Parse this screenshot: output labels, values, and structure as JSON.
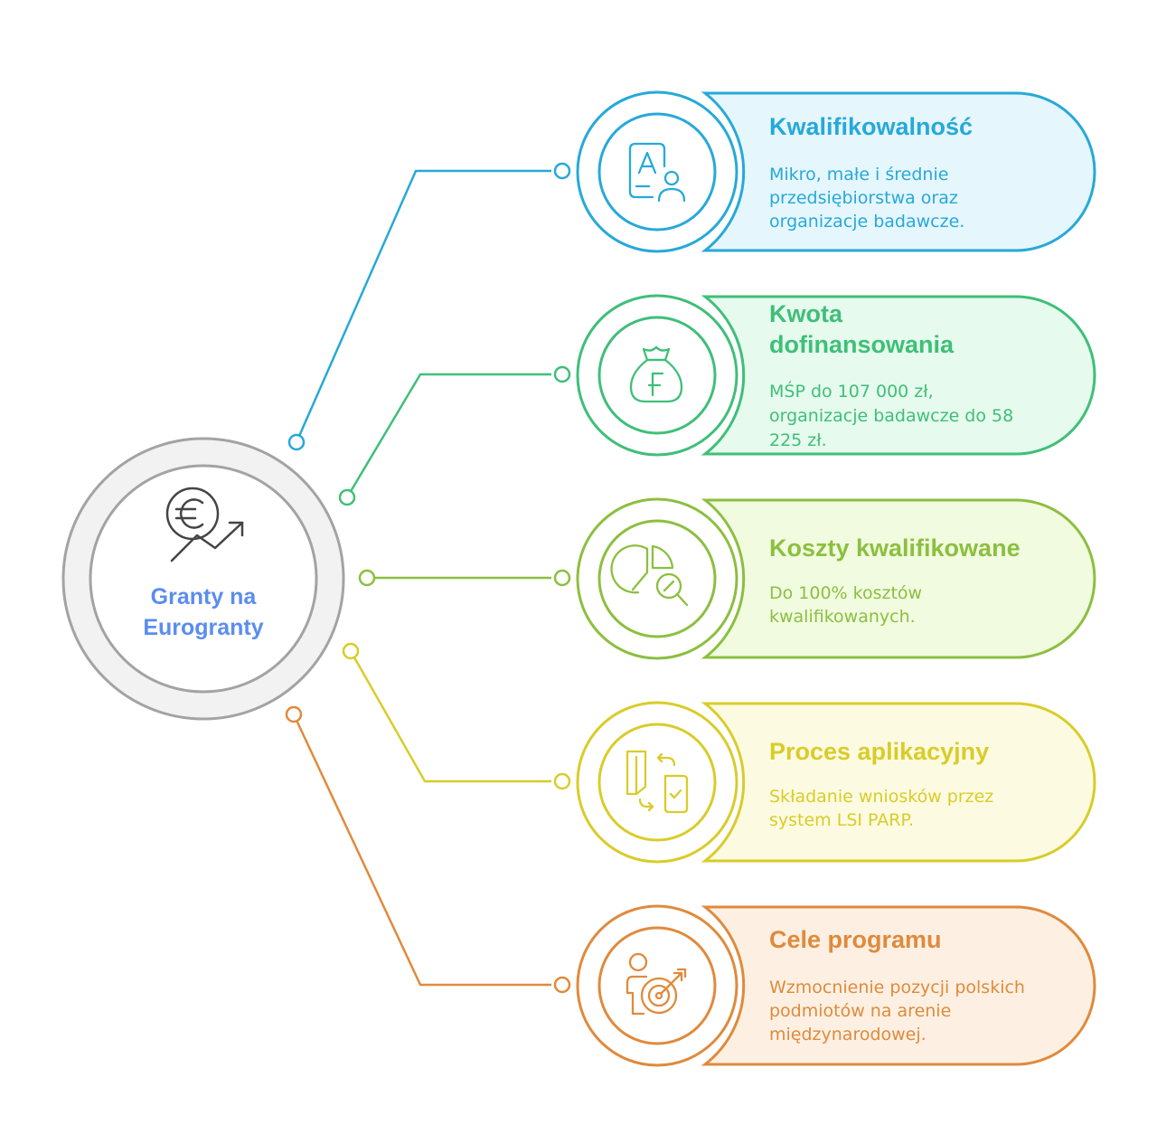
{
  "center": {
    "title_line1": "Granty na",
    "title_line2": "Eurogranty",
    "icon": "euro-growth-icon",
    "color": "#5b8def"
  },
  "items": [
    {
      "id": "eligibility",
      "title_lines": [
        "Kwalifikowalność"
      ],
      "body_lines": [
        "Mikro, małe i średnie",
        "przedsiębiorstwa oraz",
        "organizacje badawcze."
      ],
      "icon": "applicant-profile-icon",
      "color": "#26a9d9",
      "fill": "#e6f6fd"
    },
    {
      "id": "funding-amount",
      "title_lines": [
        "Kwota",
        "dofinansowania"
      ],
      "body_lines": [
        "MŚP do 107 000 zł,",
        "organizacje badawcze do 58",
        "225 zł."
      ],
      "icon": "money-bag-icon",
      "color": "#3fbf78",
      "fill": "#e6faee"
    },
    {
      "id": "eligible-costs",
      "title_lines": [
        "Koszty kwalifikowane"
      ],
      "body_lines": [
        "Do 100% kosztów",
        "kwalifikowanych."
      ],
      "icon": "chart-analysis-icon",
      "color": "#8cbf3f",
      "fill": "#f1fbe0"
    },
    {
      "id": "application-process",
      "title_lines": [
        "Proces aplikacyjny"
      ],
      "body_lines": [
        "Składanie wniosków przez",
        "system LSI PARP."
      ],
      "icon": "document-exchange-icon",
      "color": "#d9cc2a",
      "fill": "#fcfbe1"
    },
    {
      "id": "program-goals",
      "title_lines": [
        "Cele programu"
      ],
      "body_lines": [
        "Wzmocnienie pozycji polskich",
        "podmiotów na arenie",
        "międzynarodowej."
      ],
      "icon": "target-person-icon",
      "color": "#e08a3c",
      "fill": "#fdf0e3"
    }
  ]
}
